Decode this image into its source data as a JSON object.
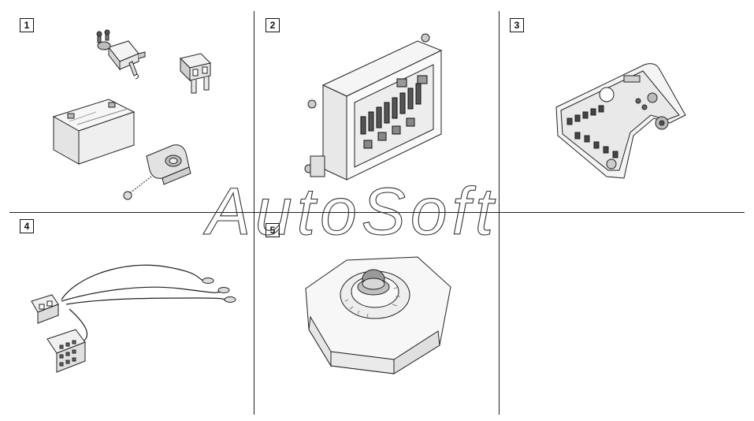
{
  "panels": [
    {
      "number": "1"
    },
    {
      "number": "2"
    },
    {
      "number": "3"
    },
    {
      "number": "4"
    },
    {
      "number": "5"
    }
  ],
  "watermark": {
    "text": "AutoSoft"
  },
  "colors": {
    "line": "#222222",
    "fill_light": "#f2f2f2",
    "fill_mid": "#d9d9d9",
    "fill_dark": "#9a9a9a"
  }
}
